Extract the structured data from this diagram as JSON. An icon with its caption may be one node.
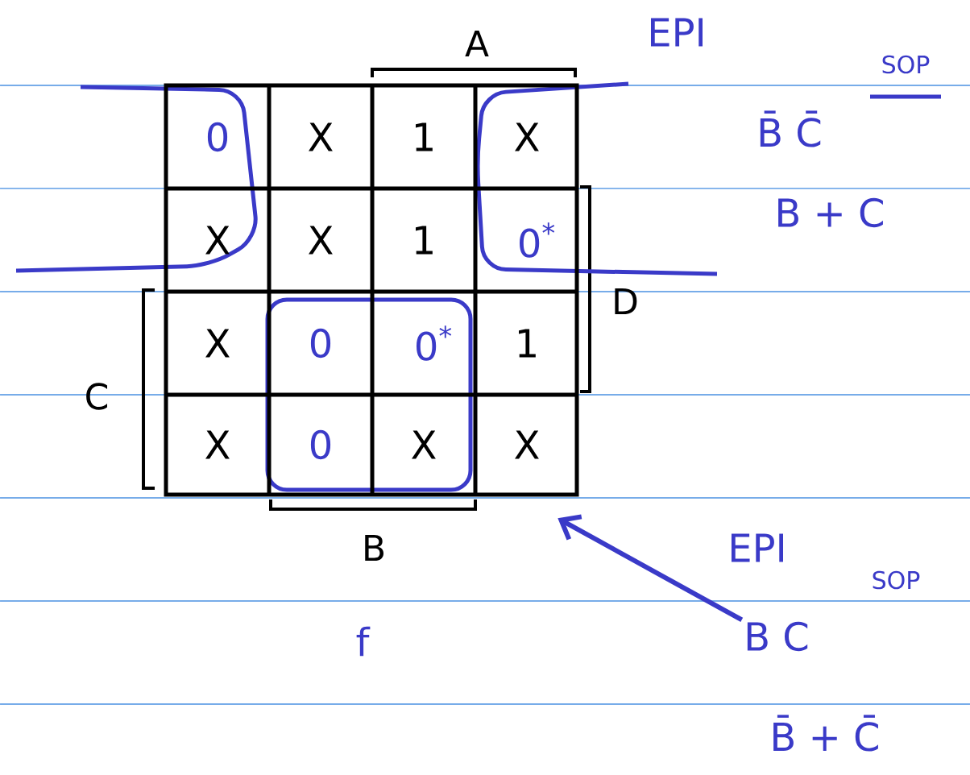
{
  "diagram": {
    "nodes": [
      {
        "text": [],
        "shape": "box"
      },
      {
        "text": [
          "B C"
        ]
      }
    ],
    "edges": [
      {
        "from": 1,
        "to": 0,
        "arrow": "to"
      }
    ],
    "labels": [
      "A",
      "EPI",
      "SOP",
      "0",
      "X",
      "1",
      "X",
      "B̄ C̄",
      "X",
      "X",
      "1",
      "0$^{*}$",
      "B + C",
      "D",
      "X",
      "0",
      "0$^{*}$",
      "1",
      "C",
      "X",
      "0",
      "X",
      "X",
      "B",
      "EPI",
      "SOP",
      "f",
      "B̄ + C̄"
    ]
  }
}
